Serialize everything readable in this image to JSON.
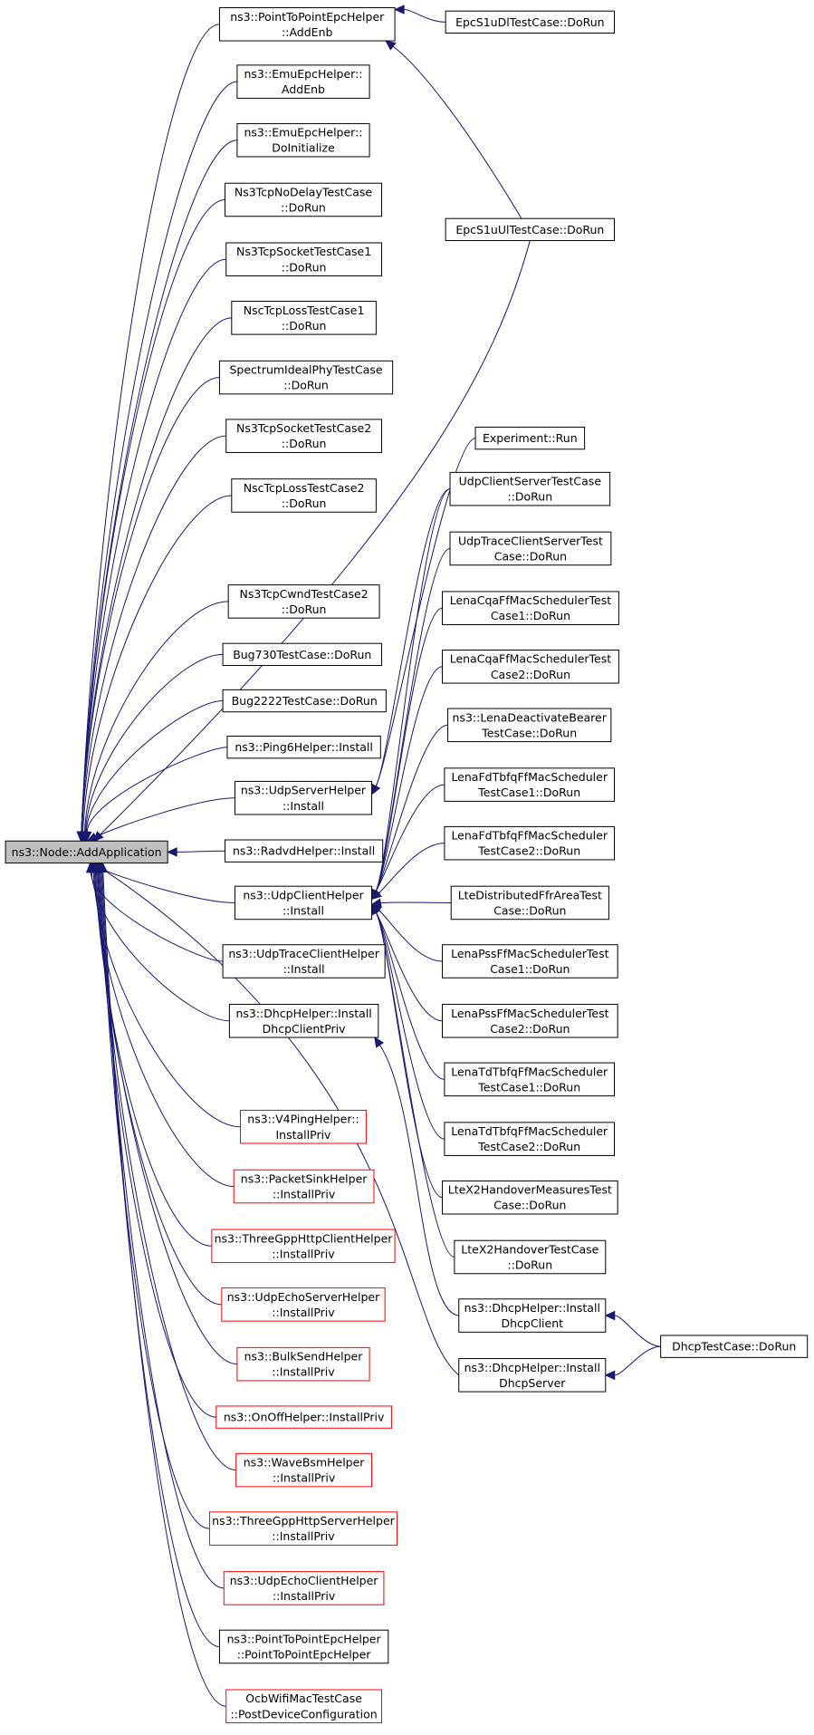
{
  "root": {
    "lines": [
      "ns3::Node::AddApplication"
    ]
  },
  "nodes": [
    {
      "id": "n0",
      "lines": [
        "ns3::PointToPointEpcHelper",
        "::AddEnb"
      ],
      "red": false
    },
    {
      "id": "n1",
      "lines": [
        "ns3::EmuEpcHelper::",
        "AddEnb"
      ],
      "red": false
    },
    {
      "id": "n2",
      "lines": [
        "ns3::EmuEpcHelper::",
        "DoInitialize"
      ],
      "red": false
    },
    {
      "id": "n3",
      "lines": [
        "Ns3TcpNoDelayTestCase",
        "::DoRun"
      ],
      "red": false
    },
    {
      "id": "n4",
      "lines": [
        "Ns3TcpSocketTestCase1",
        "::DoRun"
      ],
      "red": false
    },
    {
      "id": "n5",
      "lines": [
        "NscTcpLossTestCase1",
        "::DoRun"
      ],
      "red": false
    },
    {
      "id": "n6",
      "lines": [
        "SpectrumIdealPhyTestCase",
        "::DoRun"
      ],
      "red": false
    },
    {
      "id": "n7",
      "lines": [
        "Ns3TcpSocketTestCase2",
        "::DoRun"
      ],
      "red": false
    },
    {
      "id": "n8",
      "lines": [
        "NscTcpLossTestCase2",
        "::DoRun"
      ],
      "red": false
    },
    {
      "id": "n9",
      "lines": [
        "Ns3TcpCwndTestCase2",
        "::DoRun"
      ],
      "red": false
    },
    {
      "id": "n10",
      "lines": [
        "Bug730TestCase::DoRun"
      ],
      "red": false
    },
    {
      "id": "n11",
      "lines": [
        "Bug2222TestCase::DoRun"
      ],
      "red": false
    },
    {
      "id": "n12",
      "lines": [
        "ns3::Ping6Helper::Install"
      ],
      "red": false
    },
    {
      "id": "n13",
      "lines": [
        "ns3::UdpServerHelper",
        "::Install"
      ],
      "red": false
    },
    {
      "id": "n14",
      "lines": [
        "ns3::RadvdHelper::Install"
      ],
      "red": false
    },
    {
      "id": "n15",
      "lines": [
        "ns3::UdpClientHelper",
        "::Install"
      ],
      "red": false
    },
    {
      "id": "n16",
      "lines": [
        "ns3::UdpTraceClientHelper",
        "::Install"
      ],
      "red": false
    },
    {
      "id": "n17",
      "lines": [
        "ns3::DhcpHelper::Install",
        "DhcpClientPriv"
      ],
      "red": false
    },
    {
      "id": "n18",
      "lines": [
        "ns3::V4PingHelper::",
        "InstallPriv"
      ],
      "red": true
    },
    {
      "id": "n19",
      "lines": [
        "ns3::PacketSinkHelper",
        "::InstallPriv"
      ],
      "red": true
    },
    {
      "id": "n20",
      "lines": [
        "ns3::ThreeGppHttpClientHelper",
        "::InstallPriv"
      ],
      "red": true
    },
    {
      "id": "n21",
      "lines": [
        "ns3::UdpEchoServerHelper",
        "::InstallPriv"
      ],
      "red": true
    },
    {
      "id": "n22",
      "lines": [
        "ns3::BulkSendHelper",
        "::InstallPriv"
      ],
      "red": true
    },
    {
      "id": "n23",
      "lines": [
        "ns3::OnOffHelper::InstallPriv"
      ],
      "red": true
    },
    {
      "id": "n24",
      "lines": [
        "ns3::WaveBsmHelper",
        "::InstallPriv"
      ],
      "red": true
    },
    {
      "id": "n25",
      "lines": [
        "ns3::ThreeGppHttpServerHelper",
        "::InstallPriv"
      ],
      "red": true
    },
    {
      "id": "n26",
      "lines": [
        "ns3::UdpEchoClientHelper",
        "::InstallPriv"
      ],
      "red": true
    },
    {
      "id": "n27",
      "lines": [
        "ns3::PointToPointEpcHelper",
        "::PointToPointEpcHelper"
      ],
      "red": false
    },
    {
      "id": "n28",
      "lines": [
        "OcbWifiMacTestCase",
        "::PostDeviceConfiguration"
      ],
      "red": true
    },
    {
      "id": "c0",
      "lines": [
        "EpcS1uDlTestCase::DoRun"
      ],
      "red": false
    },
    {
      "id": "c1",
      "lines": [
        "EpcS1uUlTestCase::DoRun"
      ],
      "red": false
    },
    {
      "id": "c2",
      "lines": [
        "Experiment::Run"
      ],
      "red": false
    },
    {
      "id": "c3",
      "lines": [
        "UdpClientServerTestCase",
        "::DoRun"
      ],
      "red": false
    },
    {
      "id": "c4",
      "lines": [
        "UdpTraceClientServerTest",
        "Case::DoRun"
      ],
      "red": false
    },
    {
      "id": "c5",
      "lines": [
        "LenaCqaFfMacSchedulerTest",
        "Case1::DoRun"
      ],
      "red": false
    },
    {
      "id": "c6",
      "lines": [
        "LenaCqaFfMacSchedulerTest",
        "Case2::DoRun"
      ],
      "red": false
    },
    {
      "id": "c7",
      "lines": [
        "ns3::LenaDeactivateBearer",
        "TestCase::DoRun"
      ],
      "red": false
    },
    {
      "id": "c8",
      "lines": [
        "LenaFdTbfqFfMacScheduler",
        "TestCase1::DoRun"
      ],
      "red": false
    },
    {
      "id": "c9",
      "lines": [
        "LenaFdTbfqFfMacScheduler",
        "TestCase2::DoRun"
      ],
      "red": false
    },
    {
      "id": "c10",
      "lines": [
        "LteDistributedFfrAreaTest",
        "Case::DoRun"
      ],
      "red": false
    },
    {
      "id": "c11",
      "lines": [
        "LenaPssFfMacSchedulerTest",
        "Case1::DoRun"
      ],
      "red": false
    },
    {
      "id": "c12",
      "lines": [
        "LenaPssFfMacSchedulerTest",
        "Case2::DoRun"
      ],
      "red": false
    },
    {
      "id": "c13",
      "lines": [
        "LenaTdTbfqFfMacScheduler",
        "TestCase1::DoRun"
      ],
      "red": false
    },
    {
      "id": "c14",
      "lines": [
        "LenaTdTbfqFfMacScheduler",
        "TestCase2::DoRun"
      ],
      "red": false
    },
    {
      "id": "c15",
      "lines": [
        "LteX2HandoverMeasuresTest",
        "Case::DoRun"
      ],
      "red": false
    },
    {
      "id": "c16",
      "lines": [
        "LteX2HandoverTestCase",
        "::DoRun"
      ],
      "red": false
    },
    {
      "id": "c17",
      "lines": [
        "ns3::DhcpHelper::Install",
        "DhcpClient"
      ],
      "red": false
    },
    {
      "id": "c18",
      "lines": [
        "ns3::DhcpHelper::Install",
        "DhcpServer"
      ],
      "red": false
    },
    {
      "id": "d0",
      "lines": [
        "DhcpTestCase::DoRun"
      ],
      "red": false
    }
  ],
  "edges": [
    [
      "c0",
      "n0"
    ],
    [
      "c1",
      "n0"
    ],
    [
      "c1",
      "root"
    ],
    [
      "c2",
      "n13"
    ],
    [
      "c3",
      "n13"
    ],
    [
      "c3",
      "n15"
    ],
    [
      "c4",
      "n15"
    ],
    [
      "c5",
      "n15"
    ],
    [
      "c6",
      "n15"
    ],
    [
      "c7",
      "n15"
    ],
    [
      "c8",
      "n15"
    ],
    [
      "c9",
      "n15"
    ],
    [
      "c10",
      "n15"
    ],
    [
      "c11",
      "n15"
    ],
    [
      "c12",
      "n15"
    ],
    [
      "c13",
      "n15"
    ],
    [
      "c14",
      "n15"
    ],
    [
      "c15",
      "n15"
    ],
    [
      "c16",
      "n15"
    ],
    [
      "c17",
      "n17"
    ],
    [
      "c18",
      "root"
    ],
    [
      "d0",
      "c17"
    ],
    [
      "d0",
      "c18"
    ]
  ],
  "colors": {
    "edge": "#191970",
    "root_fill": "#bfbfbf",
    "red_border": "#ff0000"
  }
}
